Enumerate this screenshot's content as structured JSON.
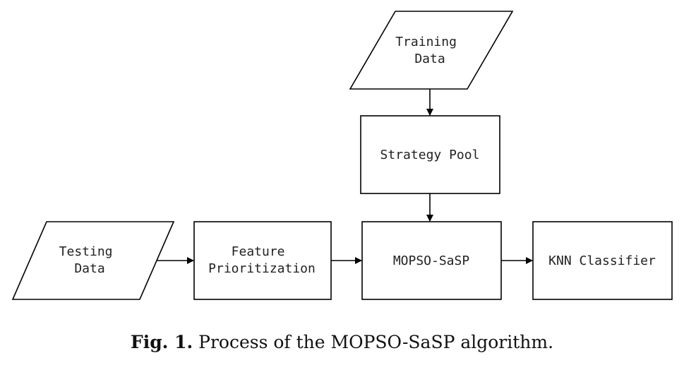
{
  "nodes": {
    "training_data": [
      "Training",
      "Data"
    ],
    "strategy_pool": [
      "Strategy Pool"
    ],
    "testing_data": [
      "Testing",
      "Data"
    ],
    "feature_prioritization": [
      "Feature",
      "Prioritization"
    ],
    "mopso_sasp": [
      "MOPSO-SaSP"
    ],
    "knn_classifier": [
      "KNN Classifier"
    ]
  },
  "caption": {
    "label": "Fig. 1.",
    "text": "Process of the MOPSO-SaSP algorithm."
  }
}
